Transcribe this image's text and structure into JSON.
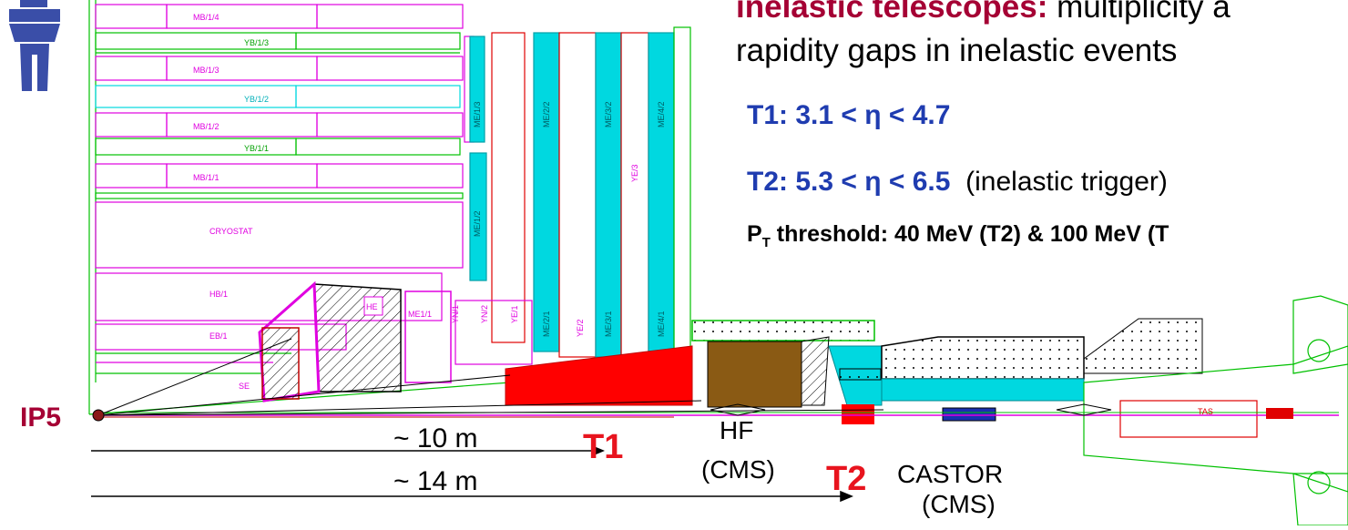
{
  "title": {
    "highlight": "inelastic telescopes:",
    "rest": " multiplicity a",
    "line2": "rapidity gaps in inelastic events"
  },
  "ranges": {
    "t1": "T1: 3.1 < η < 4.7",
    "t2_bold": "T2: 5.3 < η < 6.5",
    "t2_note": "  (inelastic trigger)",
    "pt_p": "P",
    "pt_sub": "T",
    "pt_rest": " threshold: 40 MeV (T2) & 100 MeV (T"
  },
  "labels": {
    "ip5": "IP5",
    "dist10": "~ 10 m",
    "dist14": "~ 14 m",
    "t1": "T1",
    "t2": "T2",
    "hf": "HF",
    "hf_cms": "(CMS)",
    "castor": "CASTOR",
    "castor_cms": "(CMS)"
  },
  "detector_labels": {
    "mb14": "MB/1/4",
    "yb13": "YB/1/3",
    "mb13": "MB/1/3",
    "yb12": "YB/1/2",
    "mb12": "MB/1/2",
    "yb11": "YB/1/1",
    "mb11": "MB/1/1",
    "cryostat": "CRYOSTAT",
    "hb1": "HB/1",
    "eb1": "EB/1",
    "he": "HE",
    "me11": "ME1/1",
    "yn1": "YN/1",
    "yn2": "YN/2",
    "ye1": "YE/1",
    "me13": "ME/1/3",
    "me12": "ME/1/2",
    "me22": "ME/2/2",
    "me21": "ME/2/1",
    "ye2": "YE/2",
    "me32": "ME/3/2",
    "me31": "ME/3/1",
    "ye3": "YE/3",
    "me42": "ME/4/2",
    "me41": "ME/4/1",
    "se": "SE",
    "tas": "TAS"
  },
  "colors": {
    "magenta": "#e000e0",
    "green": "#00c000",
    "cyan": "#00d8e0",
    "red": "#ff0000",
    "brown": "#8a5a14",
    "dark_red": "#a50034",
    "blue_text": "#1f3cb0",
    "logo_blue": "#3a4ea8"
  },
  "logo": "cern-fork-logo"
}
